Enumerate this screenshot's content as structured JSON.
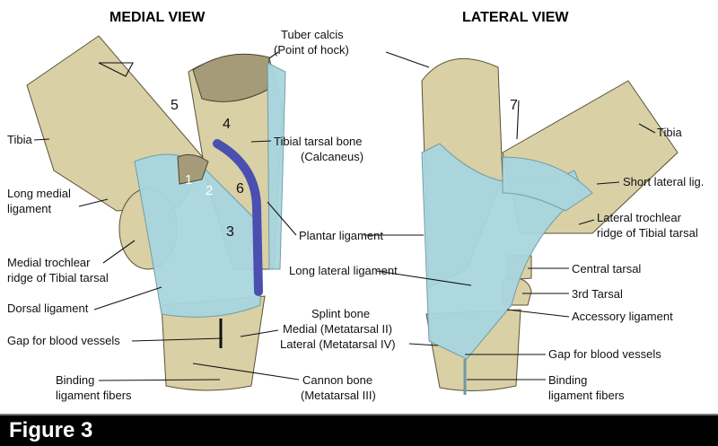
{
  "medial": {
    "title": "MEDIAL VIEW",
    "numbers": [
      "5",
      "4",
      "1",
      "2",
      "3",
      "6"
    ],
    "labels": {
      "tibia": "Tibia",
      "long_medial_1": "Long medial",
      "long_medial_2": "ligament",
      "trochlear_1": "Medial trochlear",
      "trochlear_2": "ridge of Tibial tarsal",
      "dorsal": "Dorsal ligament",
      "gap": "Gap for blood vessels",
      "binding_1": "Binding",
      "binding_2": "ligament fibers"
    }
  },
  "center": {
    "tuber_1": "Tuber calcis",
    "tuber_2": "(Point of hock)",
    "tibial_tarsal_1": "Tibial tarsal bone",
    "tibial_tarsal_2": "(Calcaneus)",
    "plantar": "Plantar ligament",
    "long_lateral": "Long lateral ligament",
    "splint_1": "Splint bone",
    "splint_2": "Medial (Metatarsal II)",
    "splint_3": "Lateral (Metatarsal IV)",
    "cannon_1": "Cannon bone",
    "cannon_2": "(Metatarsal III)"
  },
  "lateral": {
    "title": "LATERAL VIEW",
    "number": "7",
    "labels": {
      "tibia": "Tibia",
      "short_lateral": "Short lateral lig.",
      "trochlear_1": "Lateral trochlear",
      "trochlear_2": "ridge of Tibial tarsal",
      "central": "Central tarsal",
      "third": "3rd Tarsal",
      "accessory": "Accessory ligament",
      "gap": "Gap for blood vessels",
      "binding_1": "Binding",
      "binding_2": "ligament fibers"
    }
  },
  "footer": {
    "caption": "Figure 3"
  },
  "colors": {
    "bone": "#d9d0a6",
    "ligament": "#a9d6df",
    "vessel": "#4b4fb0"
  }
}
